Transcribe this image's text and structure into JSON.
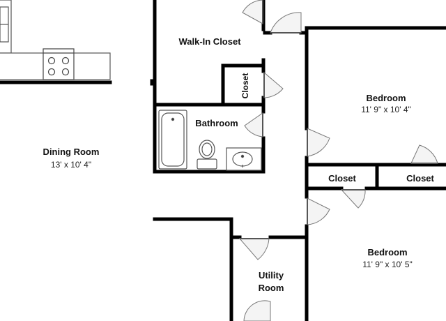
{
  "rooms": {
    "walk_in_closet": {
      "name": "Walk-In Closet"
    },
    "small_closet": {
      "name": "Closet"
    },
    "bathroom": {
      "name": "Bathroom"
    },
    "dining_room": {
      "name": "Dining Room",
      "dimensions": "13' x 10' 4\""
    },
    "bedroom_top": {
      "name": "Bedroom",
      "dimensions": "11' 9\" x 10' 4\""
    },
    "closet_left": {
      "name": "Closet"
    },
    "closet_right": {
      "name": "Closet"
    },
    "bedroom_bottom": {
      "name": "Bedroom",
      "dimensions": "11' 9\" x 10' 5\""
    },
    "utility_room": {
      "line1": "Utility",
      "line2": "Room"
    }
  },
  "colors": {
    "wall": "#000000",
    "fixture": "#555555",
    "door_fill": "#f4f4f4",
    "background": "#ffffff"
  }
}
